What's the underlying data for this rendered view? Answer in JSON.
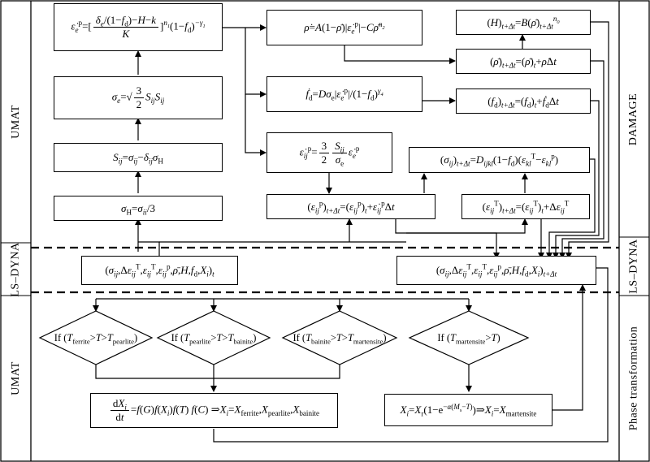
{
  "sections": {
    "left": [
      {
        "id": "umat-top",
        "label": "UMAT"
      },
      {
        "id": "lsdyna",
        "label": "LS–DYNA"
      },
      {
        "id": "umat-bottom",
        "label": "UMAT"
      }
    ],
    "right": [
      {
        "id": "damage",
        "label": "DAMAGE"
      },
      {
        "id": "lsdyna",
        "label": "LS–DYNA"
      },
      {
        "id": "phase",
        "label": "Phase transformation"
      }
    ]
  },
  "umat_chain": {
    "strain_rate": {
      "lhs": "ε̇",
      "lhs_sup": "p",
      "lhs_sub": "e",
      "eq": "=[",
      "num": "δe/(1−fd)−H−k",
      "den": "K",
      "tail": "]",
      "exp1": "n1",
      "tail2": "(1−fd)",
      "exp2": "−γ1"
    },
    "eq_stress": {
      "text": "σe=√(3/2 SijSij)",
      "lhs": "σ",
      "lhs_sub": "e",
      "frac_num": "3",
      "frac_den": "2",
      "rest": "SijSij"
    },
    "deviatoric": {
      "text": "Sij=σij−δijσH"
    },
    "hydrostatic": {
      "text": "σH=σii/3"
    }
  },
  "damage_chain": {
    "rho_rate": {
      "text": "ρ̇=A(1−ρ̄)|ε̇ep|−Cρ̄^n2"
    },
    "fd_rate": {
      "text": "ḟd=Dσe|ε̇ep|/(1−fd)^γ4"
    },
    "plastic_strain_rate": {
      "text": "ε̇ijp=(3/2)(Sij/σe)ε̇ep"
    },
    "H_update": {
      "text": "(H)t+Δt=B(ρ̄)t+Δt^n0"
    },
    "rho_update": {
      "text": "(ρ̄)t+Δt=(ρ̄)t+ρ̇Δt"
    },
    "fd_update": {
      "text": "(fd)t+Δt=(fd)t+ḟdΔt"
    },
    "stress_update": {
      "text": "(σij)t+Δt=Dijkl(1−fd)(εklT−εklp)"
    },
    "plastic_update": {
      "text": "(εijp)t+Δt=(εijp)t+ε̇ijpΔt"
    },
    "total_update": {
      "text": "(εijT)t+Δt=(εijT)t+ΔεijT"
    }
  },
  "lsdyna": {
    "state_t": {
      "text": "(σij,ΔεijT,εijT,εijp,ρ̄,H,fd,Xi)t"
    },
    "state_tdt": {
      "text": "(σij,ΔεijT,εijT,εijp,ρ̄,H,fd,Xi)t+Δt"
    }
  },
  "phase": {
    "conditions": [
      {
        "text": "If (Tferrite>T>Tpearlite)",
        "hi": "ferrite",
        "lo": "pearlite"
      },
      {
        "text": "If (Tpearlite>T>Tbainite)",
        "hi": "pearlite",
        "lo": "bainite"
      },
      {
        "text": "If (Tbainite>T>Tmartensite)",
        "hi": "bainite",
        "lo": "martensite"
      },
      {
        "text": "If (Tmartensite>T)",
        "hi": "martensite",
        "lo": ""
      }
    ],
    "diffusional": {
      "text": "dXi/dt=f(G)f(Xi)f(T)f(C)⇒Xi=Xferrite,Xpearlite,Xbainite",
      "products": [
        "ferrite",
        "pearlite",
        "bainite"
      ]
    },
    "martensitic": {
      "text": "Xi=Xr(1−e^(−α(Ms−T)))⇒Xi=Xmartensite",
      "product": "martensite"
    }
  }
}
